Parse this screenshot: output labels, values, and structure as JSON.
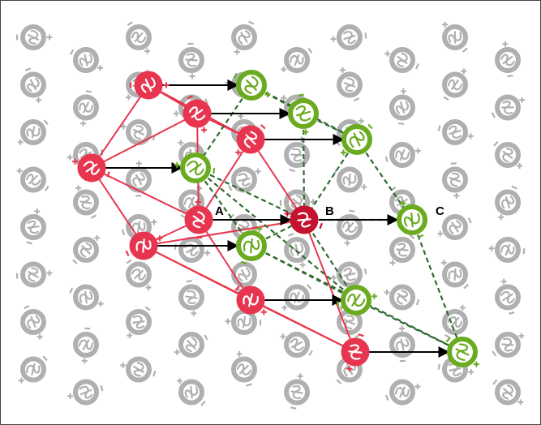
{
  "labels": {
    "A": "A",
    "B": "B",
    "C": "C"
  },
  "colors": {
    "background_node": "#b0b0b0",
    "red_node": "#e8354f",
    "dark_red_node": "#c4132e",
    "green_node": "#6aab1f",
    "red_edge": "#e8354f",
    "green_dashed_edge": "#2f6b2f",
    "arrow": "#000000"
  },
  "icons": {
    "node_symbol": "knot-icon",
    "polarity_plus": "plus-sign",
    "polarity_minus": "minus-sign"
  },
  "legend": "none"
}
